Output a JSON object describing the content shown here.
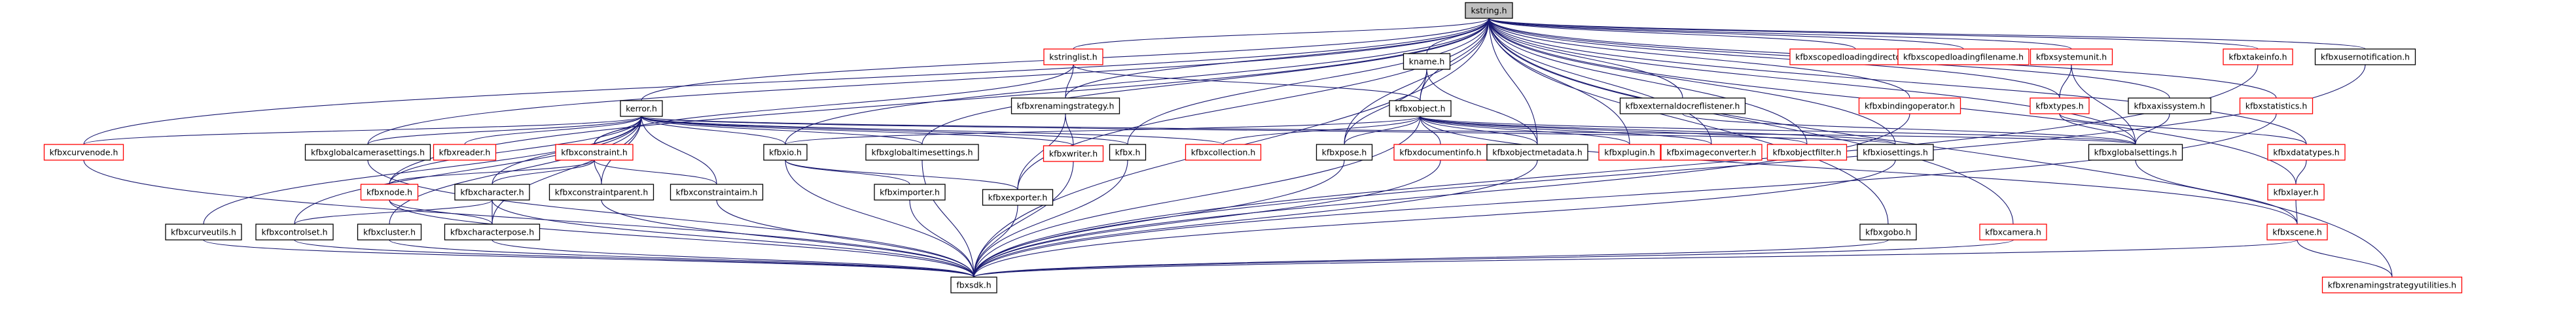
{
  "diagram": {
    "type": "include-dependency-graph",
    "edge_color": "#191970",
    "node_border_linked": "#ff0000",
    "node_border_plain": "#000000",
    "root_fill": "#bfbfbf",
    "nodes": [
      {
        "id": "kstring",
        "label": "kstring.h",
        "style": "root"
      },
      {
        "id": "kstringlist",
        "label": "kstringlist.h",
        "style": "link"
      },
      {
        "id": "kname",
        "label": "kname.h",
        "style": "plain"
      },
      {
        "id": "scopedloadingdir",
        "label": "kfbxscopedloadingdirectory.h",
        "style": "link"
      },
      {
        "id": "scopedloadingfile",
        "label": "kfbxscopedloadingfilename.h",
        "style": "link"
      },
      {
        "id": "systemunit",
        "label": "kfbxsystemunit.h",
        "style": "link"
      },
      {
        "id": "takeinfo",
        "label": "kfbxtakeinfo.h",
        "style": "link"
      },
      {
        "id": "usernotification",
        "label": "kfbxusernotification.h",
        "style": "plain"
      },
      {
        "id": "kerror",
        "label": "kerror.h",
        "style": "plain"
      },
      {
        "id": "renamingstrategy",
        "label": "kfbxrenamingstrategy.h",
        "style": "plain"
      },
      {
        "id": "object",
        "label": "kfbxobject.h",
        "style": "plain"
      },
      {
        "id": "externaldocref",
        "label": "kfbxexternaldocreflistener.h",
        "style": "plain"
      },
      {
        "id": "bindingoperator",
        "label": "kfbxbindingoperator.h",
        "style": "link"
      },
      {
        "id": "types",
        "label": "kfbxtypes.h",
        "style": "link"
      },
      {
        "id": "axissystem",
        "label": "kfbxaxissystem.h",
        "style": "plain"
      },
      {
        "id": "statistics",
        "label": "kfbxstatistics.h",
        "style": "link"
      },
      {
        "id": "curvenode",
        "label": "kfbxcurvenode.h",
        "style": "link"
      },
      {
        "id": "globalcamerasettings",
        "label": "kfbxglobalcamerasettings.h",
        "style": "plain"
      },
      {
        "id": "reader",
        "label": "kfbxreader.h",
        "style": "link"
      },
      {
        "id": "constraint",
        "label": "kfbxconstraint.h",
        "style": "link"
      },
      {
        "id": "io",
        "label": "kfbxio.h",
        "style": "plain"
      },
      {
        "id": "globaltimesettings",
        "label": "kfbxglobaltimesettings.h",
        "style": "plain"
      },
      {
        "id": "writer",
        "label": "kfbxwriter.h",
        "style": "link"
      },
      {
        "id": "fbx",
        "label": "kfbx.h",
        "style": "plain"
      },
      {
        "id": "collection",
        "label": "kfbxcollection.h",
        "style": "link"
      },
      {
        "id": "pose",
        "label": "kfbxpose.h",
        "style": "plain"
      },
      {
        "id": "documentinfo",
        "label": "kfbxdocumentinfo.h",
        "style": "link"
      },
      {
        "id": "objectmetadata",
        "label": "kfbxobjectmetadata.h",
        "style": "plain"
      },
      {
        "id": "plugin",
        "label": "kfbxplugin.h",
        "style": "link"
      },
      {
        "id": "imageconverter",
        "label": "kfbximageconverter.h",
        "style": "link"
      },
      {
        "id": "objectfilter",
        "label": "kfbxobjectfilter.h",
        "style": "link"
      },
      {
        "id": "iosettings",
        "label": "kfbxiosettings.h",
        "style": "plain"
      },
      {
        "id": "globalsettings",
        "label": "kfbxglobalsettings.h",
        "style": "plain"
      },
      {
        "id": "datatypes",
        "label": "kfbxdatatypes.h",
        "style": "link"
      },
      {
        "id": "node",
        "label": "kfbxnode.h",
        "style": "link"
      },
      {
        "id": "character",
        "label": "kfbxcharacter.h",
        "style": "plain"
      },
      {
        "id": "constraintparent",
        "label": "kfbxconstraintparent.h",
        "style": "plain"
      },
      {
        "id": "constraintaim",
        "label": "kfbxconstraintaim.h",
        "style": "plain"
      },
      {
        "id": "importer",
        "label": "kfbximporter.h",
        "style": "plain"
      },
      {
        "id": "exporter",
        "label": "kfbxexporter.h",
        "style": "plain"
      },
      {
        "id": "layer",
        "label": "kfbxlayer.h",
        "style": "link"
      },
      {
        "id": "curveutils",
        "label": "kfbxcurveutils.h",
        "style": "plain"
      },
      {
        "id": "controlset",
        "label": "kfbxcontrolset.h",
        "style": "plain"
      },
      {
        "id": "cluster",
        "label": "kfbxcluster.h",
        "style": "plain"
      },
      {
        "id": "characterpose",
        "label": "kfbxcharacterpose.h",
        "style": "plain"
      },
      {
        "id": "gobo",
        "label": "kfbxgobo.h",
        "style": "plain"
      },
      {
        "id": "camera",
        "label": "kfbxcamera.h",
        "style": "link"
      },
      {
        "id": "scene",
        "label": "kfbxscene.h",
        "style": "link"
      },
      {
        "id": "sdk",
        "label": "fbxsdk.h",
        "style": "plain"
      },
      {
        "id": "renamingutilities",
        "label": "kfbxrenamingstrategyutilities.h",
        "style": "link"
      }
    ],
    "edges": [
      [
        "kstring",
        "kstringlist"
      ],
      [
        "kstring",
        "kname"
      ],
      [
        "kstring",
        "scopedloadingdir"
      ],
      [
        "kstring",
        "scopedloadingfile"
      ],
      [
        "kstring",
        "systemunit"
      ],
      [
        "kstring",
        "takeinfo"
      ],
      [
        "kstring",
        "usernotification"
      ],
      [
        "kstring",
        "kerror"
      ],
      [
        "kstring",
        "renamingstrategy"
      ],
      [
        "kstring",
        "object"
      ],
      [
        "kstring",
        "externaldocref"
      ],
      [
        "kstring",
        "bindingoperator"
      ],
      [
        "kstring",
        "types"
      ],
      [
        "kstring",
        "axissystem"
      ],
      [
        "kstring",
        "statistics"
      ],
      [
        "kstring",
        "curvenode"
      ],
      [
        "kstring",
        "globalcamerasettings"
      ],
      [
        "kstring",
        "io"
      ],
      [
        "kstring",
        "globaltimesettings"
      ],
      [
        "kstring",
        "fbx"
      ],
      [
        "kstring",
        "pose"
      ],
      [
        "kstring",
        "objectmetadata"
      ],
      [
        "kstring",
        "plugin"
      ],
      [
        "kstring",
        "imageconverter"
      ],
      [
        "kstring",
        "objectfilter"
      ],
      [
        "kstring",
        "iosettings"
      ],
      [
        "kstring",
        "globalsettings"
      ],
      [
        "kstring",
        "datatypes"
      ],
      [
        "kstring",
        "node"
      ],
      [
        "kstring",
        "exporter"
      ],
      [
        "kstring",
        "layer"
      ],
      [
        "kstring",
        "gobo"
      ],
      [
        "kstring",
        "camera"
      ],
      [
        "kstring",
        "sdk"
      ],
      [
        "kstring",
        "renamingutilities"
      ],
      [
        "kstringlist",
        "renamingstrategy"
      ],
      [
        "kstringlist",
        "object"
      ],
      [
        "kstringlist",
        "constraint"
      ],
      [
        "kname",
        "object"
      ],
      [
        "kname",
        "pose"
      ],
      [
        "kname",
        "objectmetadata"
      ],
      [
        "renamingstrategy",
        "writer"
      ],
      [
        "renamingstrategy",
        "exporter"
      ],
      [
        "kerror",
        "curvenode"
      ],
      [
        "kerror",
        "globalcamerasettings"
      ],
      [
        "kerror",
        "reader"
      ],
      [
        "kerror",
        "constraint"
      ],
      [
        "kerror",
        "io"
      ],
      [
        "kerror",
        "globaltimesettings"
      ],
      [
        "kerror",
        "writer"
      ],
      [
        "kerror",
        "fbx"
      ],
      [
        "kerror",
        "collection"
      ],
      [
        "kerror",
        "iosettings"
      ],
      [
        "kerror",
        "globalsettings"
      ],
      [
        "kerror",
        "node"
      ],
      [
        "kerror",
        "character"
      ],
      [
        "kerror",
        "constraintparent"
      ],
      [
        "kerror",
        "constraintaim"
      ],
      [
        "kerror",
        "curveutils"
      ],
      [
        "kerror",
        "controlset"
      ],
      [
        "kerror",
        "cluster"
      ],
      [
        "kerror",
        "characterpose"
      ],
      [
        "object",
        "collection"
      ],
      [
        "object",
        "pose"
      ],
      [
        "object",
        "documentinfo"
      ],
      [
        "object",
        "objectmetadata"
      ],
      [
        "object",
        "plugin"
      ],
      [
        "object",
        "imageconverter"
      ],
      [
        "object",
        "objectfilter"
      ],
      [
        "object",
        "iosettings"
      ],
      [
        "object",
        "globalsettings"
      ],
      [
        "object",
        "io"
      ],
      [
        "object",
        "scene"
      ],
      [
        "object",
        "sdk"
      ],
      [
        "externaldocref",
        "globalsettings"
      ],
      [
        "types",
        "datatypes"
      ],
      [
        "types",
        "globalsettings"
      ],
      [
        "systemunit",
        "types"
      ],
      [
        "systemunit",
        "globalsettings"
      ],
      [
        "axissystem",
        "globalsettings"
      ],
      [
        "io",
        "importer"
      ],
      [
        "io",
        "exporter"
      ],
      [
        "io",
        "sdk"
      ],
      [
        "constraint",
        "constraintparent"
      ],
      [
        "constraint",
        "constraintaim"
      ],
      [
        "constraint",
        "character"
      ],
      [
        "constraint",
        "node"
      ],
      [
        "node",
        "characterpose"
      ],
      [
        "node",
        "sdk"
      ],
      [
        "character",
        "characterpose"
      ],
      [
        "character",
        "controlset"
      ],
      [
        "character",
        "sdk"
      ],
      [
        "curvenode",
        "sdk"
      ],
      [
        "globalcamerasettings",
        "sdk"
      ],
      [
        "constraintparent",
        "sdk"
      ],
      [
        "constraintaim",
        "sdk"
      ],
      [
        "importer",
        "sdk"
      ],
      [
        "exporter",
        "sdk"
      ],
      [
        "fbx",
        "sdk"
      ],
      [
        "pose",
        "sdk"
      ],
      [
        "documentinfo",
        "sdk"
      ],
      [
        "objectmetadata",
        "sdk"
      ],
      [
        "iosettings",
        "sdk"
      ],
      [
        "globalsettings",
        "scene"
      ],
      [
        "datatypes",
        "layer"
      ],
      [
        "layer",
        "scene"
      ],
      [
        "scene",
        "sdk"
      ],
      [
        "scene",
        "renamingutilities"
      ],
      [
        "camera",
        "sdk"
      ],
      [
        "gobo",
        "sdk"
      ],
      [
        "statistics",
        "sdk"
      ],
      [
        "usernotification",
        "sdk"
      ],
      [
        "takeinfo",
        "sdk"
      ],
      [
        "curveutils",
        "sdk"
      ],
      [
        "controlset",
        "sdk"
      ],
      [
        "cluster",
        "sdk"
      ],
      [
        "characterpose",
        "sdk"
      ],
      [
        "bindingoperator",
        "sdk"
      ],
      [
        "globaltimesettings",
        "sdk"
      ],
      [
        "writer",
        "sdk"
      ]
    ]
  }
}
